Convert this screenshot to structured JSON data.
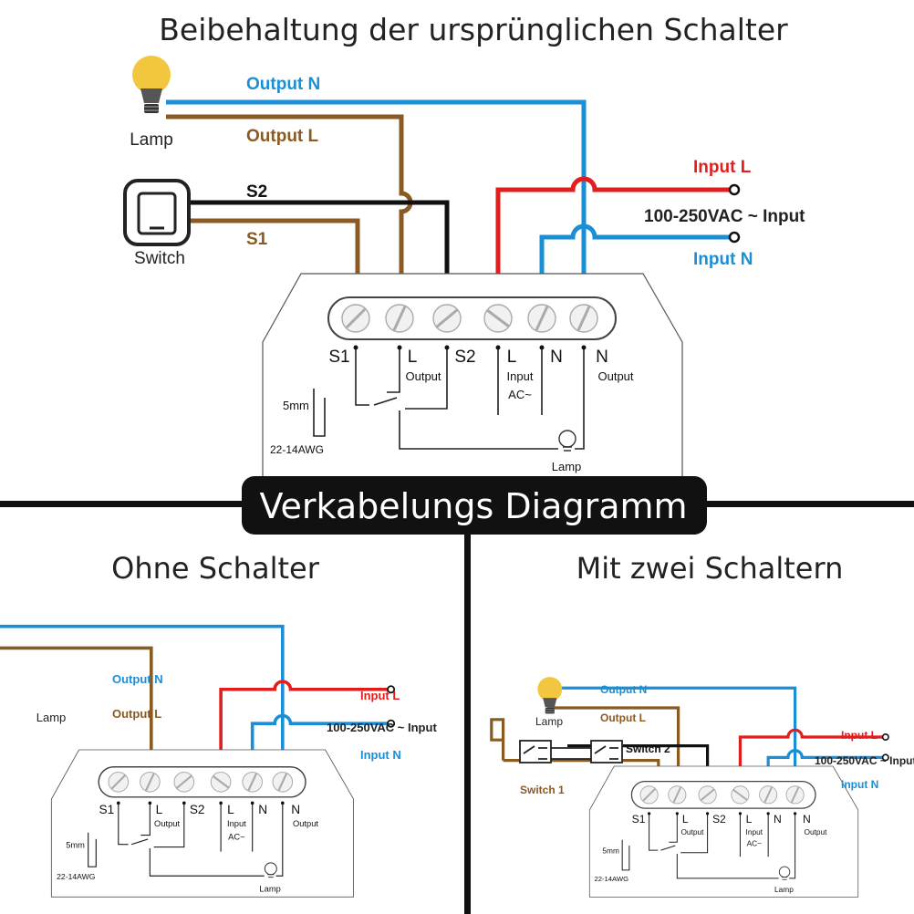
{
  "colors": {
    "neutral": "#1a8fd6",
    "live": "#e01e1e",
    "load": "#8a5a23",
    "switch_wire": "#111111",
    "bulb": "#f3c63f",
    "banner_bg": "#111111",
    "banner_text": "#ffffff"
  },
  "top": {
    "title": "Beibehaltung der ursprünglichen Schalter",
    "lamp": "Lamp",
    "switch": "Switch",
    "output_n": "Output N",
    "output_l": "Output L",
    "s2": "S2",
    "s1": "S1",
    "input_l": "Input L",
    "input_n": "Input N",
    "voltage": "100-250VAC ~ Input"
  },
  "module": {
    "t_s1": "S1",
    "t_l": "L",
    "t_s2": "S2",
    "t_l_in": "L",
    "t_n": "N",
    "t_n_out": "N",
    "output": "Output",
    "input": "Input",
    "ac": "AC~",
    "output_n": "Output",
    "lamp": "Lamp",
    "strip": "5mm",
    "awg": "22-14AWG"
  },
  "banner": "Verkabelungs Diagramm",
  "bottom_left": {
    "title": "Ohne Schalter",
    "lamp": "Lamp",
    "output_n": "Output N",
    "output_l": "Output L",
    "input_l": "Input L",
    "input_n": "Input N",
    "voltage": "100-250VAC ~ Input"
  },
  "bottom_right": {
    "title": "Mit zwei Schaltern",
    "lamp": "Lamp",
    "output_n": "Output N",
    "output_l": "Output L",
    "switch_2": "Switch 2",
    "switch_1": "Switch 1",
    "input_l": "Input L",
    "input_n": "Input N",
    "voltage": "100-250VAC ~ Input"
  }
}
